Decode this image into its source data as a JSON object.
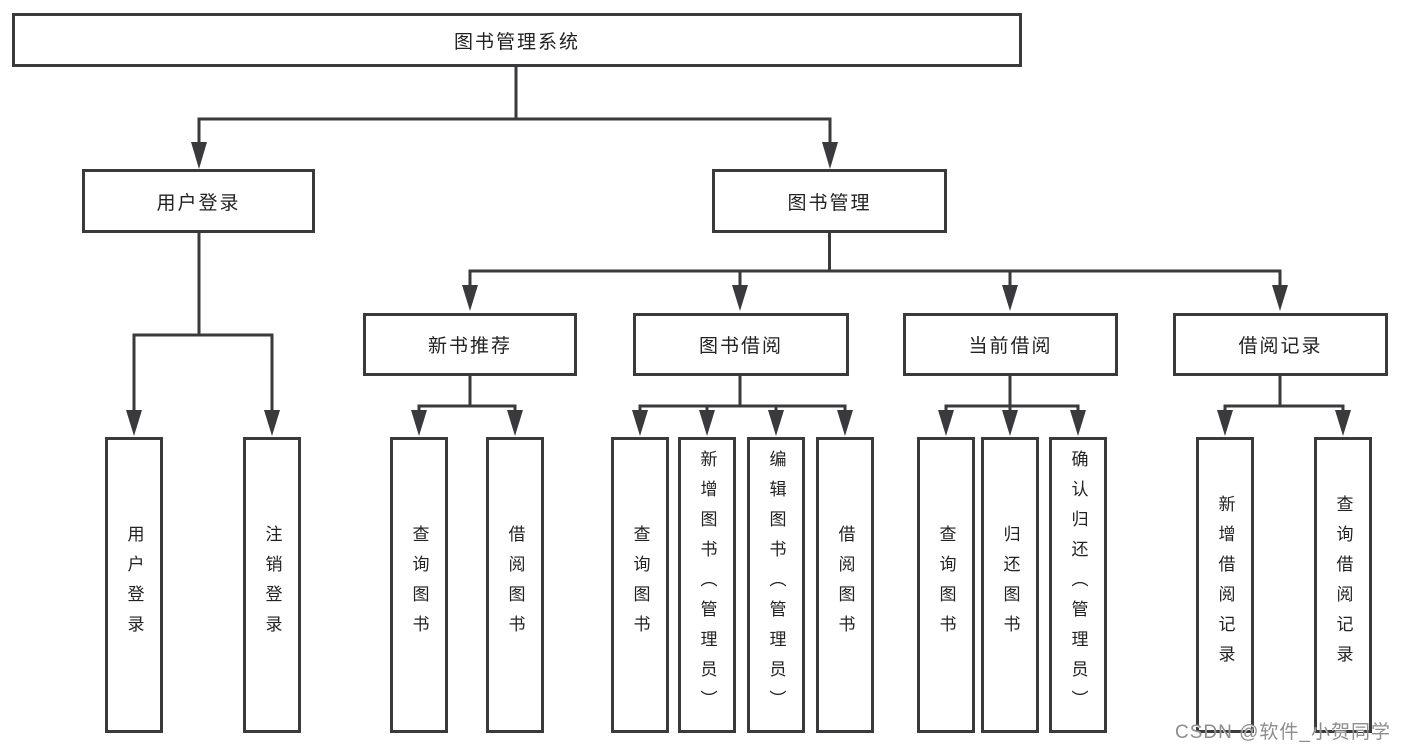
{
  "diagram": {
    "root": {
      "label": "图书管理系统"
    },
    "level2": [
      {
        "label": "用户登录"
      },
      {
        "label": "图书管理"
      }
    ],
    "level3": [
      {
        "label": "新书推荐"
      },
      {
        "label": "图书借阅"
      },
      {
        "label": "当前借阅"
      },
      {
        "label": "借阅记录"
      }
    ],
    "leaves": [
      {
        "label": "用户登录",
        "parent": "用户登录"
      },
      {
        "label": "注销登录",
        "parent": "用户登录"
      },
      {
        "label": "查询图书",
        "parent": "新书推荐"
      },
      {
        "label": "借阅图书",
        "parent": "新书推荐"
      },
      {
        "label": "查询图书",
        "parent": "图书借阅"
      },
      {
        "label": "新增图书（管理员）",
        "parent": "图书借阅"
      },
      {
        "label": "编辑图书（管理员）",
        "parent": "图书借阅"
      },
      {
        "label": "借阅图书",
        "parent": "图书借阅"
      },
      {
        "label": "查询图书",
        "parent": "当前借阅"
      },
      {
        "label": "归还图书",
        "parent": "当前借阅"
      },
      {
        "label": "确认归还（管理员）",
        "parent": "当前借阅"
      },
      {
        "label": "新增借阅记录",
        "parent": "借阅记录"
      },
      {
        "label": "查询借阅记录",
        "parent": "借阅记录"
      }
    ],
    "colors": {
      "line": "#3a3a3c",
      "text": "#222222",
      "background": "#ffffff",
      "watermark": "#8d8d8d"
    }
  },
  "watermark": {
    "text": "CSDN @软件_小贺同学"
  }
}
